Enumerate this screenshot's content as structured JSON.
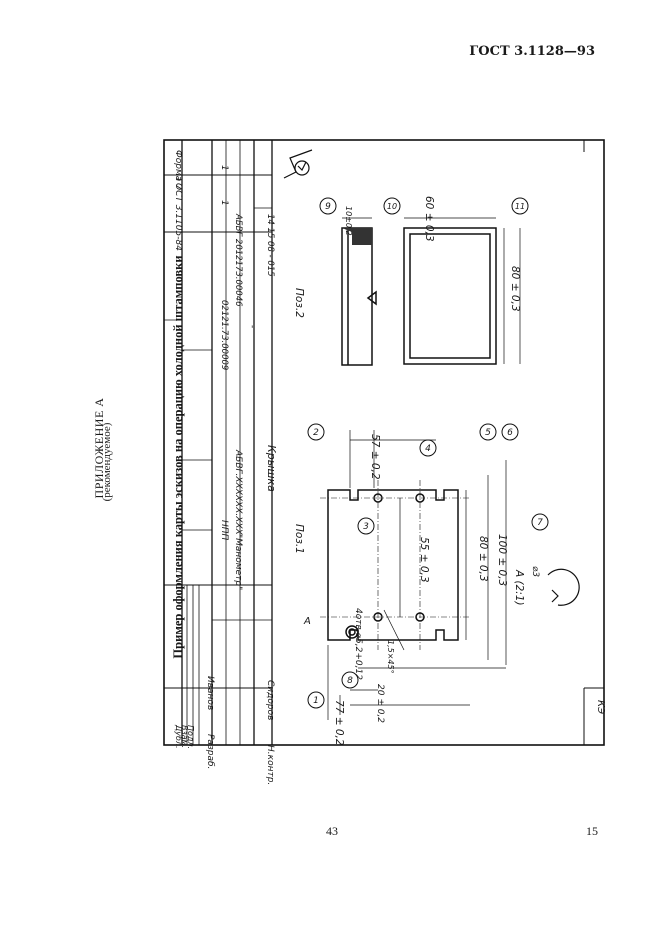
{
  "header": {
    "standard_ref": "ГОСТ 3.1128—93"
  },
  "appendix": {
    "title": "ПРИЛОЖЕНИЕ А",
    "subtitle": "(рекомендуемое)"
  },
  "caption": "Пример оформления карты эскизов на операцию холодной штамповки",
  "title_block": {
    "gost_ref": "ГОСТ 3.1105-84",
    "form": "Форма 7",
    "row_dubl": "Дубл.",
    "row_vzam": "Взам.",
    "row_podl": "Подл.",
    "role_razrab": "Разраб.",
    "person_razrab": "Иванов",
    "role_nkontr": "Н.контр.",
    "person_nkontr": "Сидоров",
    "org": "НПП",
    "org_name": "\"Манометр\"",
    "doc_code": "АБВГ.ХХХХХХ.ХХХ",
    "part_name": "Крышка",
    "num1": "02121.73.00009",
    "dash": "-",
    "num2": "АБВГ 2012173.00046",
    "op_code": "14 15 08 - 015",
    "sheet1": "1",
    "sheet2": "1",
    "card_type": "КЭ"
  },
  "pos1": {
    "title": "Поз.1",
    "dim_77": "77 ± 0,2",
    "dim_20": "20 ± 0,2",
    "dim_57": "57 ± 0,2",
    "dim_55": "55 ± 0,3",
    "dim_80": "80 ± 0,3",
    "dim_100": "100 ± 0,3",
    "holes": "4отв.⌀5,2+0,12",
    "chamfer": "1,5×45°",
    "section": "А",
    "detail": "А (2:1)",
    "detail_dia": "⌀3"
  },
  "pos2": {
    "title": "Поз.2",
    "dim_thk": "10±0,2",
    "dim_60": "60 ± 0,3",
    "dim_80": "80 ± 0,3"
  },
  "bubbles": [
    "1",
    "2",
    "3",
    "4",
    "5",
    "6",
    "7",
    "8",
    "9",
    "10",
    "11"
  ],
  "footer": {
    "page_left": "43",
    "page_right": "15"
  }
}
